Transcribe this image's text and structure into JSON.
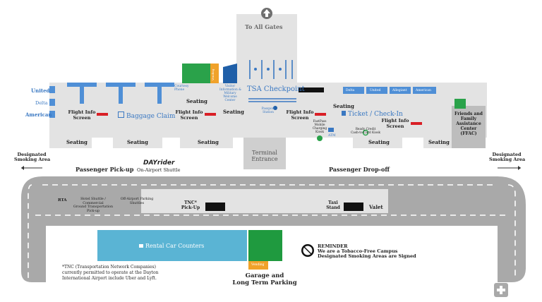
{
  "gates": {
    "label": "To All Gates"
  },
  "tsa": {
    "label": "TSA Checkpoint"
  },
  "airlines_left": {
    "united": "United",
    "delta": "Delta",
    "american": "American"
  },
  "airlines_right": [
    "Delta",
    "United",
    "Allegiant",
    "American"
  ],
  "baggage_claim": "Baggage Claim",
  "ticket_checkin": "Ticket / Check-In",
  "flight_info": [
    "Flight Info\nScreen",
    "Flight Info\nScreen",
    "Flight Info\nScreen",
    "Flight Info\nScreen"
  ],
  "seating": {
    "top_1": "Seating",
    "top_2": "Seating",
    "top_3": "Seating",
    "bottom": [
      "Seating",
      "Seating",
      "Seating",
      "Seating",
      "Seating"
    ]
  },
  "courtesy_phone": "Courtesy\nPhone",
  "vending": "Vending",
  "visitor_center": "Visitor\nInformation &\nMilitary\nWelcome\nCenter",
  "passport": "Passport\nStation",
  "fastpass": "FastPass\nMobile\nCharging\nKiosk",
  "atm": "ATM",
  "cash_kiosk": "Ready Credit\nCash-to-Card Kiosk",
  "ffac": "Friends and\nFamily\nAssistance\nCenter\n(FFAC)",
  "terminal_entrance": "Terminal\nEntrance",
  "smoking_left": "Designated\nSmoking Area",
  "smoking_right": "Designated\nSmoking Area",
  "passenger_pickup": "Passenger Pick-up",
  "dayrider": "DAYrider",
  "dayrider_sub": "On-Airport Shuttle",
  "passenger_dropoff": "Passenger Drop-off",
  "rta": "RTA",
  "hotel_shuttle": "Hotel Shuttle /\nCommercial\nGround Transportation\nPick-up",
  "offairport": "Off-Airport Parking\nShuttles",
  "tnc_pickup": "TNC*\nPick-Up",
  "taxi_stand": "Taxi\nStand",
  "valet": "Valet",
  "rental_car": "Rental Car Counters",
  "garage_vending": "Vending",
  "garage": "Garage and\nLong Term Parking",
  "reminder": {
    "title": "REMINDER",
    "line1": "We are a Tobacco-Free Campus",
    "line2": "Designated Smoking Areas are Signed"
  },
  "tnc_note": "*TNC (Transportation Network Companies)\ncurrently permitted to operate at the Dayton\nInternational Airport include Uber and Lyft.",
  "colors": {
    "building": "#e3e3e3",
    "road": "#a9a9a9",
    "blue": "#3a78c2",
    "green": "#2aa24a",
    "rental": "#5ab4d4",
    "orange": "#f0a22a",
    "red": "#d91f26"
  }
}
